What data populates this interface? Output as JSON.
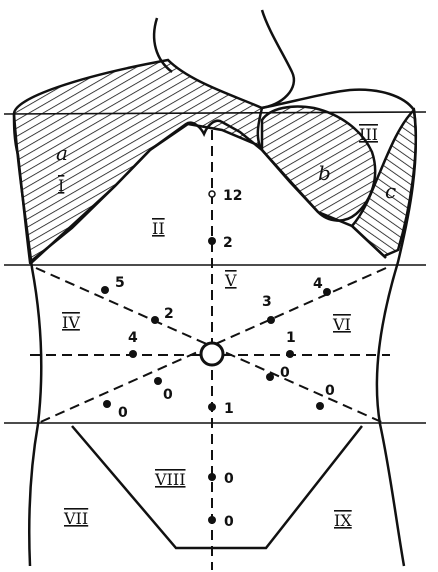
{
  "zone_labels": {
    "a": "a",
    "b": "b",
    "c": "c",
    "I": "I",
    "II": "II",
    "III": "III",
    "IV": "IV",
    "V": "V",
    "VI": "VI",
    "VII": "VII",
    "VIII": "VIII",
    "IX": "IX"
  },
  "point_values": {
    "mid_12": "12",
    "mid_2": "2",
    "upper_left_5": "5",
    "upper_left_2": "2",
    "upper_right_3": "3",
    "upper_right_4": "4",
    "left_4": "4",
    "right_1": "1",
    "lower_left_0_inner": "0",
    "lower_left_0_outer": "0",
    "lower_right_0_inner": "0",
    "lower_right_0_outer": "0",
    "below_navel_1": "1",
    "hypogastric_0_upper": "0",
    "hypogastric_0_lower": "0"
  }
}
